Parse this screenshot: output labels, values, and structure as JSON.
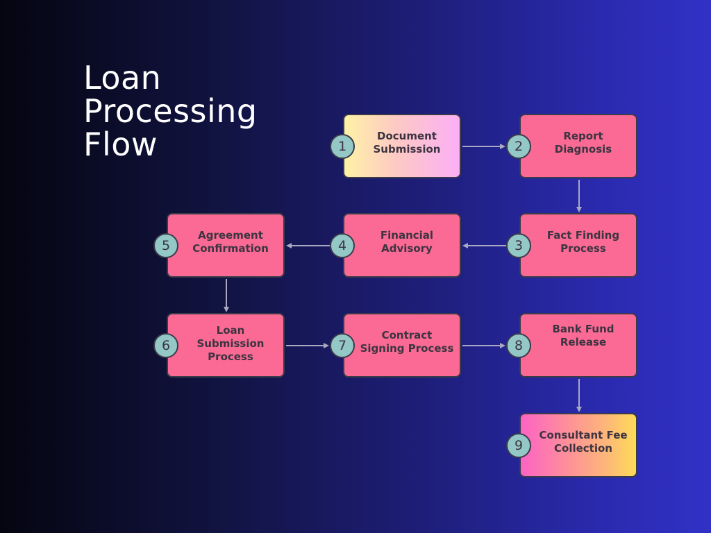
{
  "title": {
    "lines": [
      "Loan",
      "Processing",
      "Flow"
    ]
  },
  "colors": {
    "node_fill": "#fb6a94",
    "badge_fill": "#93c8c6",
    "connector": "#a9a9c4",
    "text_dark": "#3c3440"
  },
  "steps": [
    {
      "number": "1",
      "label": "Document\nSubmission"
    },
    {
      "number": "2",
      "label": "Report\nDiagnosis"
    },
    {
      "number": "3",
      "label": "Fact Finding\nProcess"
    },
    {
      "number": "4",
      "label": "Financial\nAdvisory"
    },
    {
      "number": "5",
      "label": "Agreement\nConfirmation"
    },
    {
      "number": "6",
      "label": "Loan\nSubmission\nProcess"
    },
    {
      "number": "7",
      "label": "Contract\nSigning Process"
    },
    {
      "number": "8",
      "label": "Bank Fund\nRelease"
    },
    {
      "number": "9",
      "label": "Consultant Fee\nCollection"
    }
  ],
  "flow": [
    [
      "1",
      "2"
    ],
    [
      "2",
      "3"
    ],
    [
      "3",
      "4"
    ],
    [
      "4",
      "5"
    ],
    [
      "5",
      "6"
    ],
    [
      "6",
      "7"
    ],
    [
      "7",
      "8"
    ],
    [
      "8",
      "9"
    ]
  ]
}
